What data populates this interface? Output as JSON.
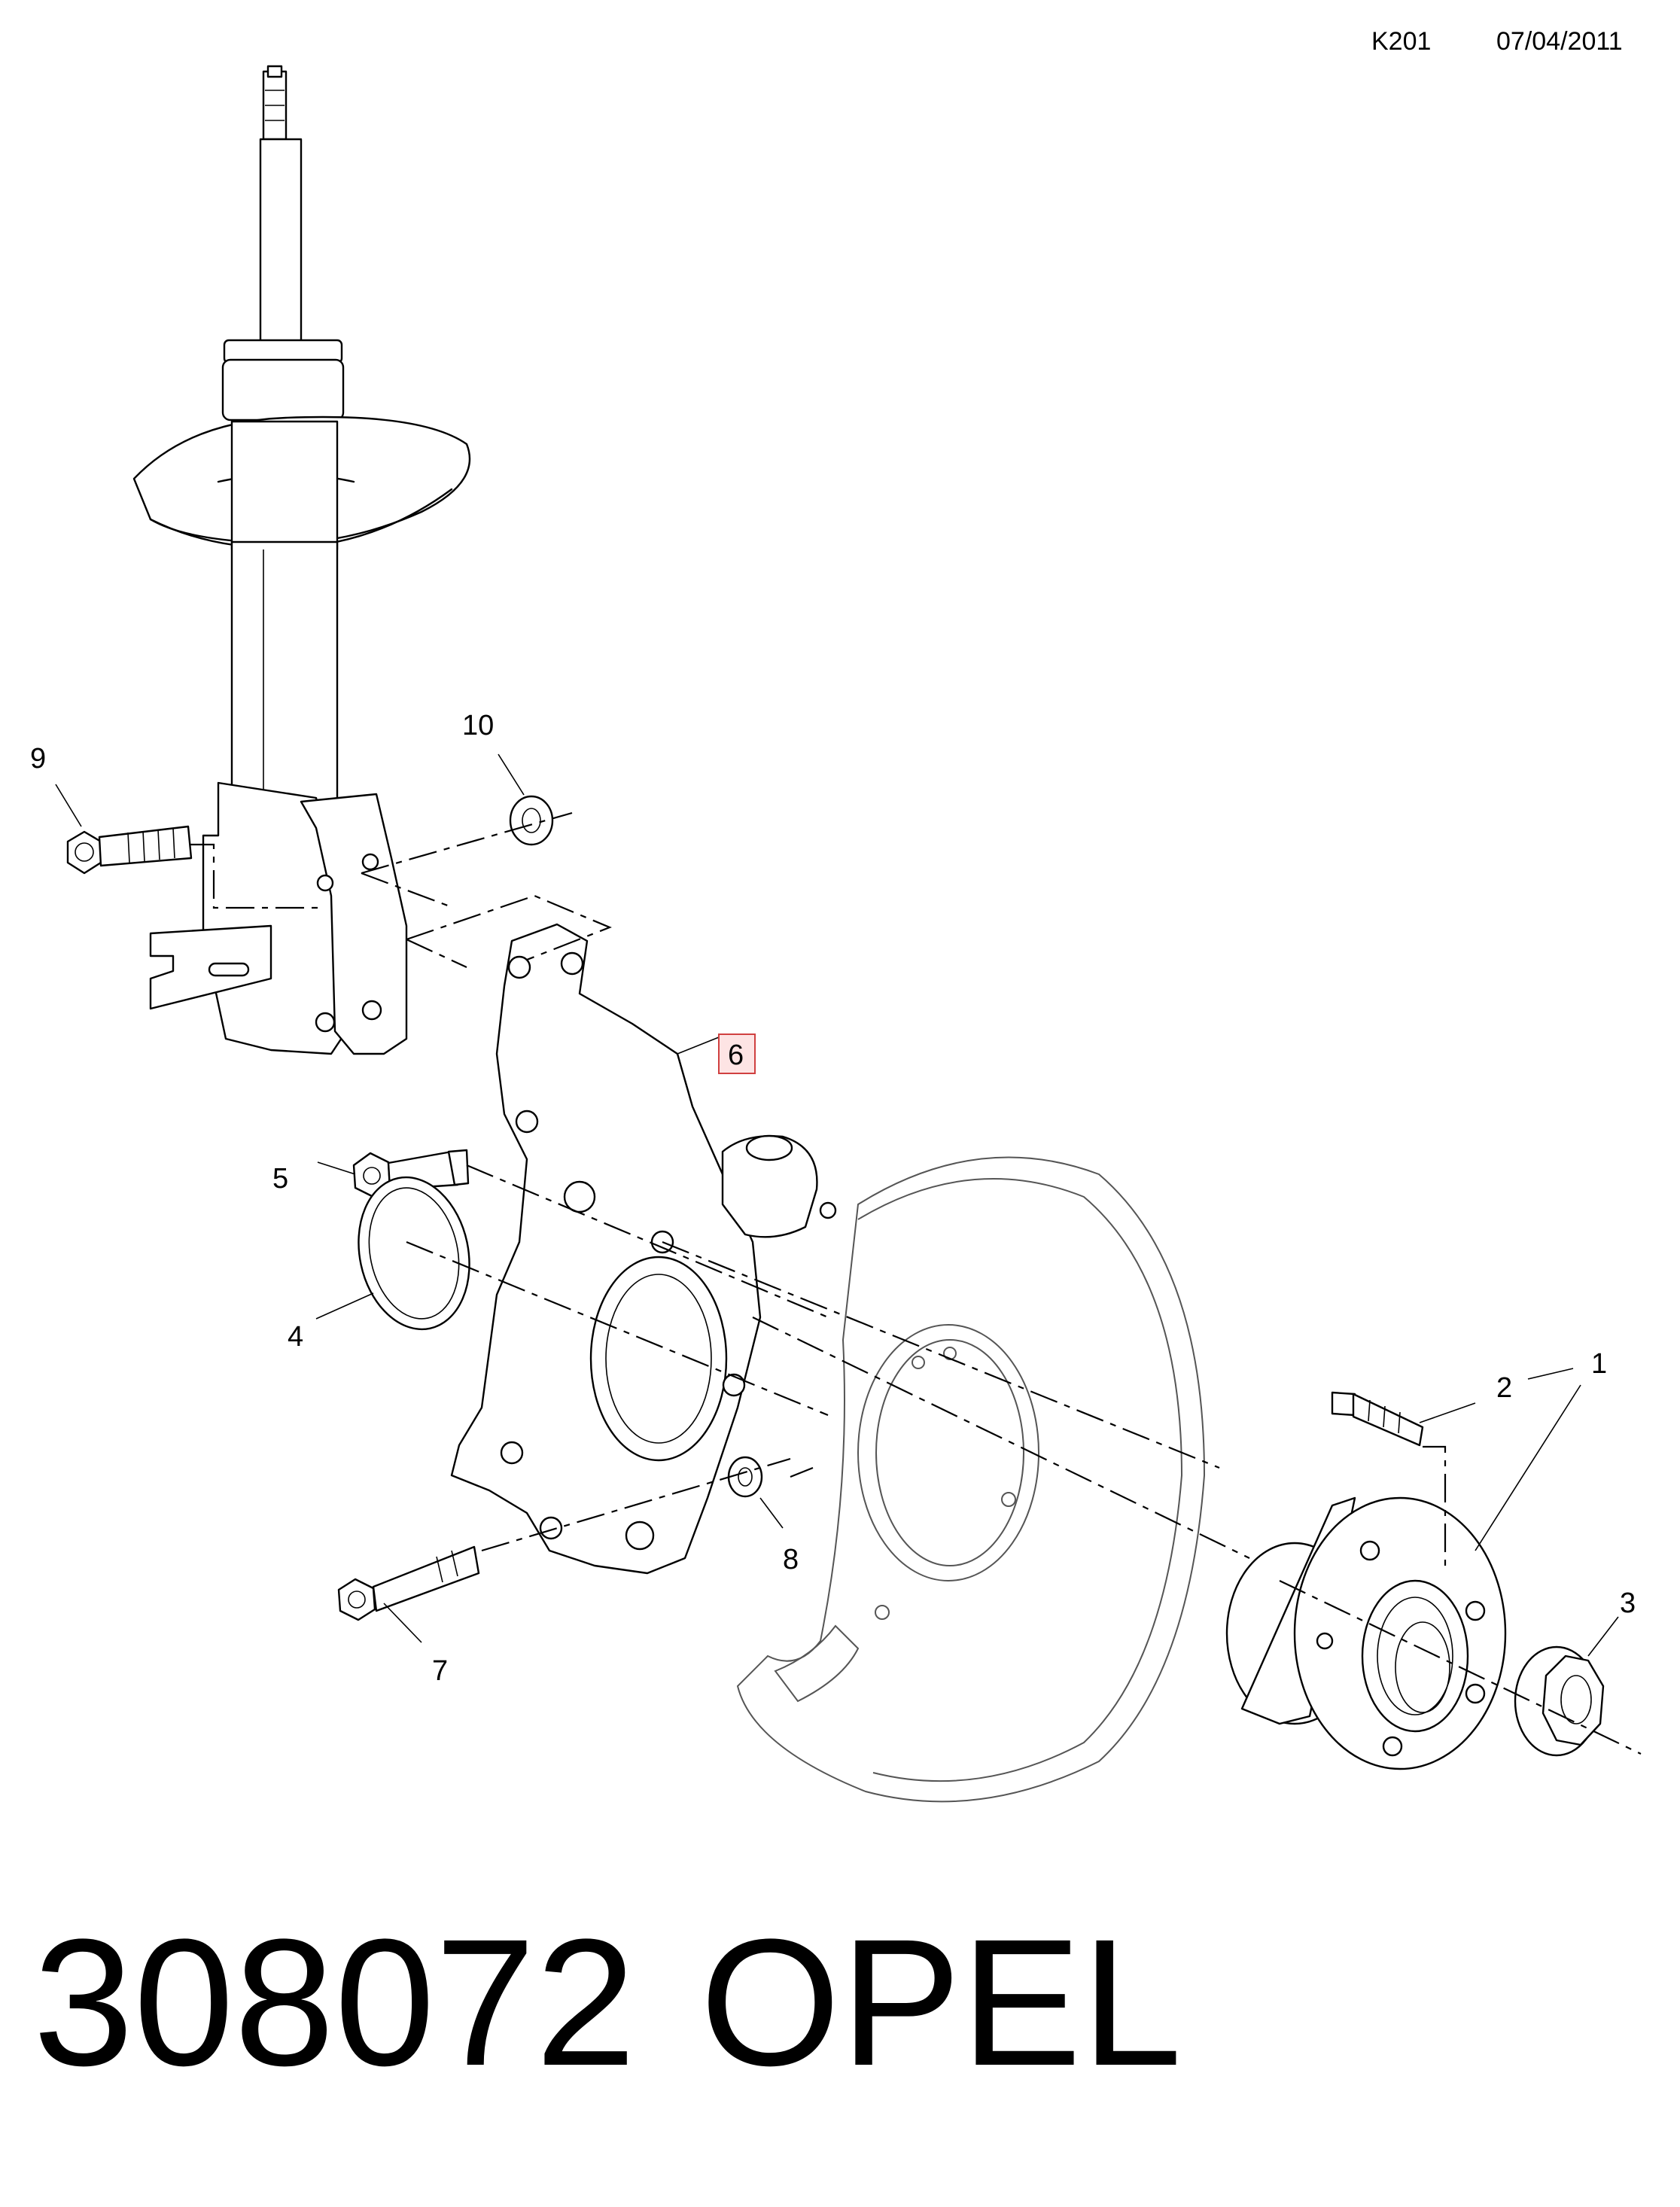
{
  "header": {
    "diagram_code": "K201",
    "date": "07/04/2011"
  },
  "callouts": {
    "c1": "1",
    "c2": "2",
    "c3": "3",
    "c4": "4",
    "c5": "5",
    "c6": "6",
    "c7": "7",
    "c8": "8",
    "c9": "9",
    "c10": "10"
  },
  "highlighted_callout": "6",
  "colors": {
    "highlight_fill": "#fde4e4",
    "highlight_stroke": "#d04040"
  },
  "footer": {
    "part_number": "308072",
    "brand": "OPEL"
  }
}
